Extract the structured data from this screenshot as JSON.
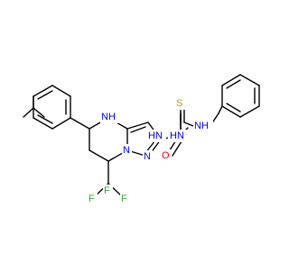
{
  "diagram": {
    "type": "chemical-structure",
    "colors": {
      "bond": "#000000",
      "carbon": "#000000",
      "nitrogen": "#0000ff",
      "oxygen": "#ff0000",
      "sulfur": "#b8a200",
      "fluorine": "#33aa33",
      "background": "#ffffff"
    },
    "atom_labels": {
      "nh_ring": "NH",
      "h_ring": "H",
      "n_bridge": "N",
      "n_pyrazole": "N",
      "o_carbonyl": "O",
      "n_hydrazide_1": "N",
      "h_hydrazide_1": "H",
      "n_hydrazide_2": "N",
      "h_hydrazide_2": "H",
      "s_thione": "S",
      "n_benzyl": "N",
      "h_benzyl": "H",
      "f_top": "F",
      "f_left": "F",
      "f_right": "F"
    }
  }
}
